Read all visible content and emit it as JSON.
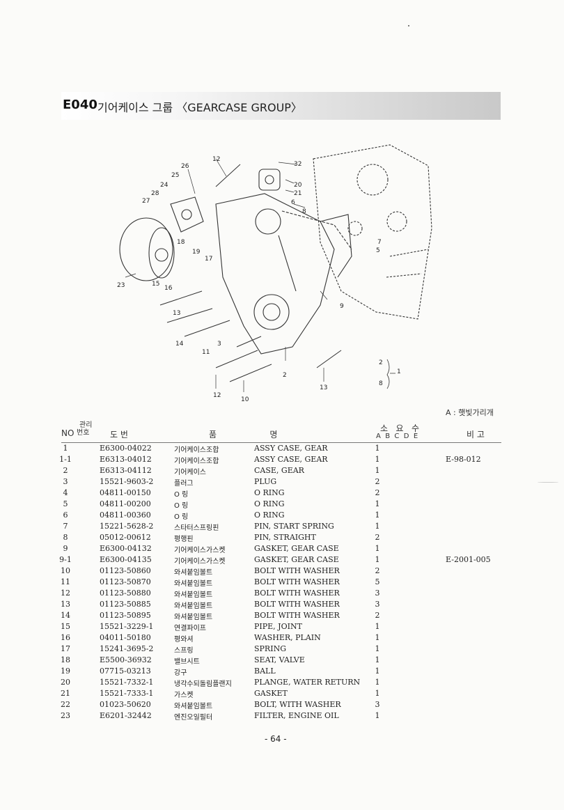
{
  "header": {
    "code": "E040",
    "title": "기어케이스 그룹 〈GEARCASE GROUP〉"
  },
  "diagram": {
    "callouts": [
      "12",
      "26",
      "25",
      "24",
      "28",
      "27",
      "32",
      "20",
      "21",
      "6",
      "8",
      "18",
      "19",
      "17",
      "7",
      "5",
      "23",
      "15",
      "16",
      "9",
      "13",
      "14",
      "11",
      "3",
      "2",
      "12",
      "10",
      "13",
      "2",
      "1",
      "8"
    ],
    "caption": "A : 햇빛가리개"
  },
  "table": {
    "headers": {
      "no": "NO",
      "mgmt_top": "관리",
      "mgmt_bottom": "번호",
      "drawing_no": "도      번",
      "name": "품                    명",
      "qty": "소   요   수",
      "qty_cols": "A  B  C  D  E",
      "remark": "비 고"
    },
    "rows": [
      {
        "no": "1",
        "part": "E6300-04022",
        "kr": "기어케이스조합",
        "en": "ASSY CASE, GEAR",
        "qty": "1",
        "remark": ""
      },
      {
        "no": "1-1",
        "part": "E6313-04012",
        "kr": "기어케이스조합",
        "en": "ASSY CASE, GEAR",
        "qty": "1",
        "remark": "E-98-012"
      },
      {
        "no": "2",
        "part": "E6313-04112",
        "kr": "기어케이스",
        "en": "CASE, GEAR",
        "qty": "1",
        "remark": ""
      },
      {
        "no": "3",
        "part": "15521-9603-2",
        "kr": "플러그",
        "en": "PLUG",
        "qty": "2",
        "remark": ""
      },
      {
        "no": "4",
        "part": "04811-00150",
        "kr": "O 링",
        "en": "O RING",
        "qty": "2",
        "remark": ""
      },
      {
        "no": "5",
        "part": "04811-00200",
        "kr": "O 링",
        "en": "O RING",
        "qty": "1",
        "remark": ""
      },
      {
        "no": "6",
        "part": "04811-00360",
        "kr": "O 링",
        "en": "O RING",
        "qty": "1",
        "remark": ""
      },
      {
        "no": "7",
        "part": "15221-5628-2",
        "kr": "스타터스프링핀",
        "en": "PIN, START SPRING",
        "qty": "1",
        "remark": ""
      },
      {
        "no": "8",
        "part": "05012-00612",
        "kr": "평행핀",
        "en": "PIN, STRAIGHT",
        "qty": "2",
        "remark": ""
      },
      {
        "no": "9",
        "part": "E6300-04132",
        "kr": "기어케이스가스켓",
        "en": "GASKET, GEAR CASE",
        "qty": "1",
        "remark": ""
      },
      {
        "no": "9-1",
        "part": "E6300-04135",
        "kr": "기어케이스가스켓",
        "en": "GASKET, GEAR CASE",
        "qty": "1",
        "remark": "E-2001-005"
      },
      {
        "no": "10",
        "part": "01123-50860",
        "kr": "와셔붙임볼트",
        "en": "BOLT WITH WASHER",
        "qty": "2",
        "remark": ""
      },
      {
        "no": "11",
        "part": "01123-50870",
        "kr": "와셔붙임볼트",
        "en": "BOLT WITH WASHER",
        "qty": "5",
        "remark": ""
      },
      {
        "no": "12",
        "part": "01123-50880",
        "kr": "와셔붙임볼트",
        "en": "BOLT WITH WASHER",
        "qty": "3",
        "remark": ""
      },
      {
        "no": "13",
        "part": "01123-50885",
        "kr": "와셔붙임볼트",
        "en": "BOLT WITH WASHER",
        "qty": "3",
        "remark": ""
      },
      {
        "no": "14",
        "part": "01123-50895",
        "kr": "와셔붙임볼트",
        "en": "BOLT WITH WASHER",
        "qty": "2",
        "remark": ""
      },
      {
        "no": "15",
        "part": "15521-3229-1",
        "kr": "연결파이프",
        "en": "PIPE, JOINT",
        "qty": "1",
        "remark": ""
      },
      {
        "no": "16",
        "part": "04011-50180",
        "kr": "평와셔",
        "en": "WASHER, PLAIN",
        "qty": "1",
        "remark": ""
      },
      {
        "no": "17",
        "part": "15241-3695-2",
        "kr": "스프링",
        "en": "SPRING",
        "qty": "1",
        "remark": ""
      },
      {
        "no": "18",
        "part": "E5500-36932",
        "kr": "밸브시트",
        "en": "SEAT, VALVE",
        "qty": "1",
        "remark": ""
      },
      {
        "no": "19",
        "part": "07715-03213",
        "kr": "강구",
        "en": "BALL",
        "qty": "1",
        "remark": ""
      },
      {
        "no": "20",
        "part": "15521-7332-1",
        "kr": "냉각수되돌림플랜지",
        "en": "PLANGE, WATER RETURN",
        "qty": "1",
        "remark": ""
      },
      {
        "no": "21",
        "part": "15521-7333-1",
        "kr": "가스켓",
        "en": "GASKET",
        "qty": "1",
        "remark": ""
      },
      {
        "no": "22",
        "part": "01023-50620",
        "kr": "와셔붙임볼트",
        "en": "BOLT, WITH WASHER",
        "qty": "3",
        "remark": ""
      },
      {
        "no": "23",
        "part": "E6201-32442",
        "kr": "엔진오일필터",
        "en": "FILTER, ENGINE OIL",
        "qty": "1",
        "remark": ""
      }
    ]
  },
  "footer": {
    "page": "- 64 -"
  }
}
